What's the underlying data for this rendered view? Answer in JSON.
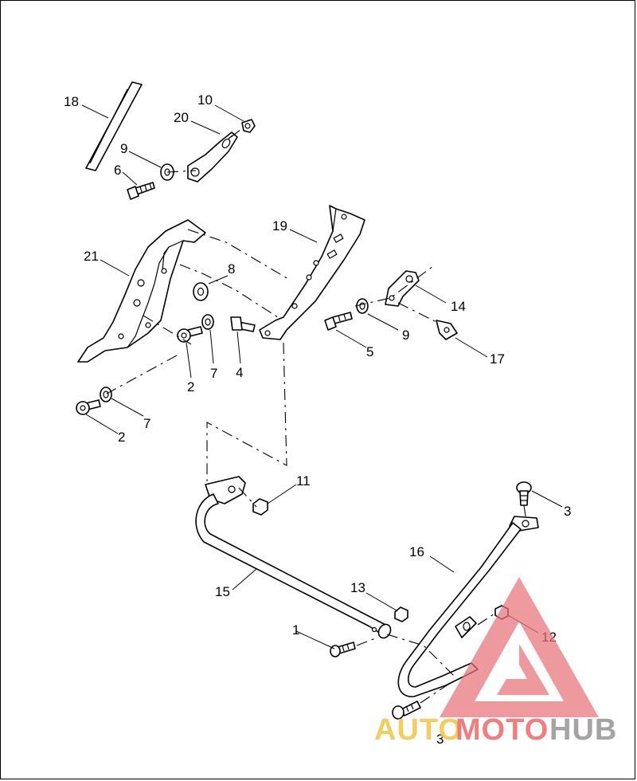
{
  "diagram": {
    "callouts": [
      {
        "id": "c18",
        "label": "18"
      },
      {
        "id": "c10",
        "label": "10"
      },
      {
        "id": "c20",
        "label": "20"
      },
      {
        "id": "c9a",
        "label": "9"
      },
      {
        "id": "c6",
        "label": "6"
      },
      {
        "id": "c19",
        "label": "19"
      },
      {
        "id": "c21",
        "label": "21"
      },
      {
        "id": "c8",
        "label": "8"
      },
      {
        "id": "c14",
        "label": "14"
      },
      {
        "id": "c9b",
        "label": "9"
      },
      {
        "id": "c5",
        "label": "5"
      },
      {
        "id": "c17",
        "label": "17"
      },
      {
        "id": "c2a",
        "label": "2"
      },
      {
        "id": "c7a",
        "label": "7"
      },
      {
        "id": "c4",
        "label": "4"
      },
      {
        "id": "c7b",
        "label": "7"
      },
      {
        "id": "c2b",
        "label": "2"
      },
      {
        "id": "c11",
        "label": "11"
      },
      {
        "id": "c3a",
        "label": "3"
      },
      {
        "id": "c16",
        "label": "16"
      },
      {
        "id": "c15",
        "label": "15"
      },
      {
        "id": "c13",
        "label": "13"
      },
      {
        "id": "c12",
        "label": "12"
      },
      {
        "id": "c1",
        "label": "1"
      },
      {
        "id": "c3b",
        "label": "3"
      }
    ]
  },
  "watermark": {
    "brand_part1": "AUTO",
    "brand_part2": "MOTO",
    "brand_part3": "HUB",
    "colors": {
      "triangle": "#e8737a",
      "auto": "#f2c94c",
      "moto": "#ef6f6f",
      "hub": "#9a9a9a"
    }
  }
}
